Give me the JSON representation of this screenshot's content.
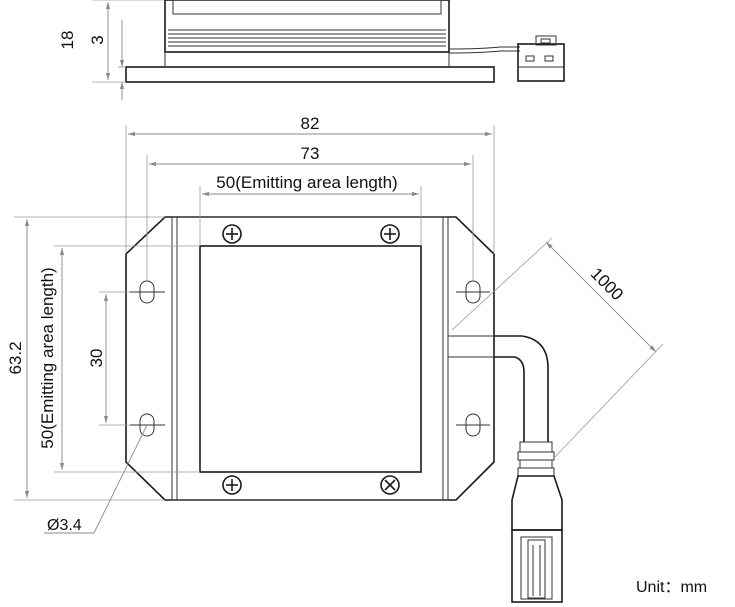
{
  "dimensions": {
    "height_total": "18",
    "base_thickness": "3",
    "width_total": "82",
    "hole_pitch_x": "73",
    "emitting_length_x": "50(Emitting area length)",
    "height_plate": "63.2",
    "emitting_length_y": "50(Emitting area length)",
    "hole_pitch_y": "30",
    "cable_length": "1000",
    "hole_diameter": "Ø3.4"
  },
  "unit_label": "Unit：mm",
  "colors": {
    "line": "#1a1a1a",
    "dimension": "#8a8a8a",
    "background": "#ffffff"
  }
}
